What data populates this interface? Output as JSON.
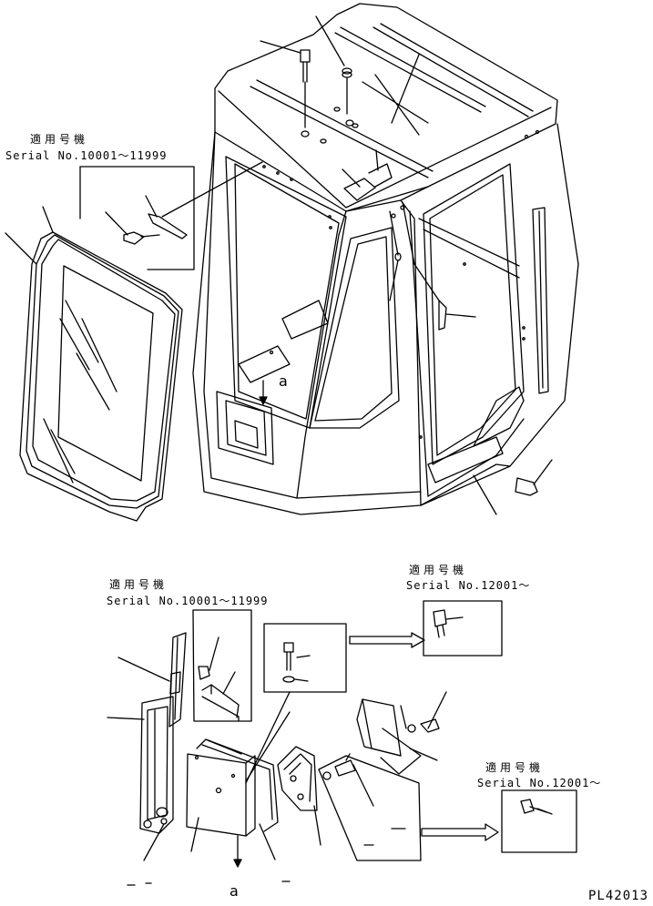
{
  "labels": {
    "applicable_jp": "適用号機",
    "serial_10001_11999": "Serial No.10001～11999",
    "serial_12001_plus": "Serial No.12001～",
    "view_a": "a",
    "drawing_code": "PL42013"
  },
  "colors": {
    "ink": "#000000",
    "paper": "#ffffff"
  }
}
